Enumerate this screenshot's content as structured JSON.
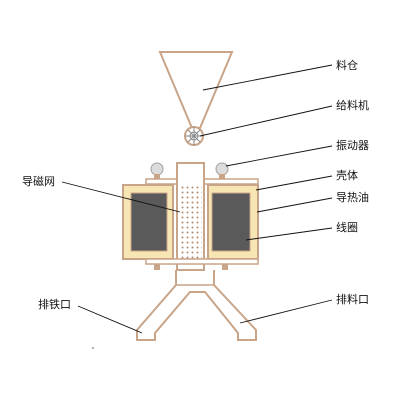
{
  "diagram": {
    "labels": {
      "hopper": "料仓",
      "feeder": "给料机",
      "vibrator": "振动器",
      "magnetic_mesh": "导磁网",
      "shell": "壳体",
      "thermal_oil": "导热油",
      "coil": "线圈",
      "iron_outlet": "排铁口",
      "material_outlet": "排料口"
    },
    "colors": {
      "outline": "#c8a488",
      "oil": "#f7e6b4",
      "coil": "#5a5a5a",
      "mesh_dots": "#b08a6e",
      "vibrator_ball": "#dcdcdc",
      "line": "#111111"
    },
    "icons": [
      "feeder-wheel-icon",
      "vibrator-ball-icon"
    ]
  }
}
